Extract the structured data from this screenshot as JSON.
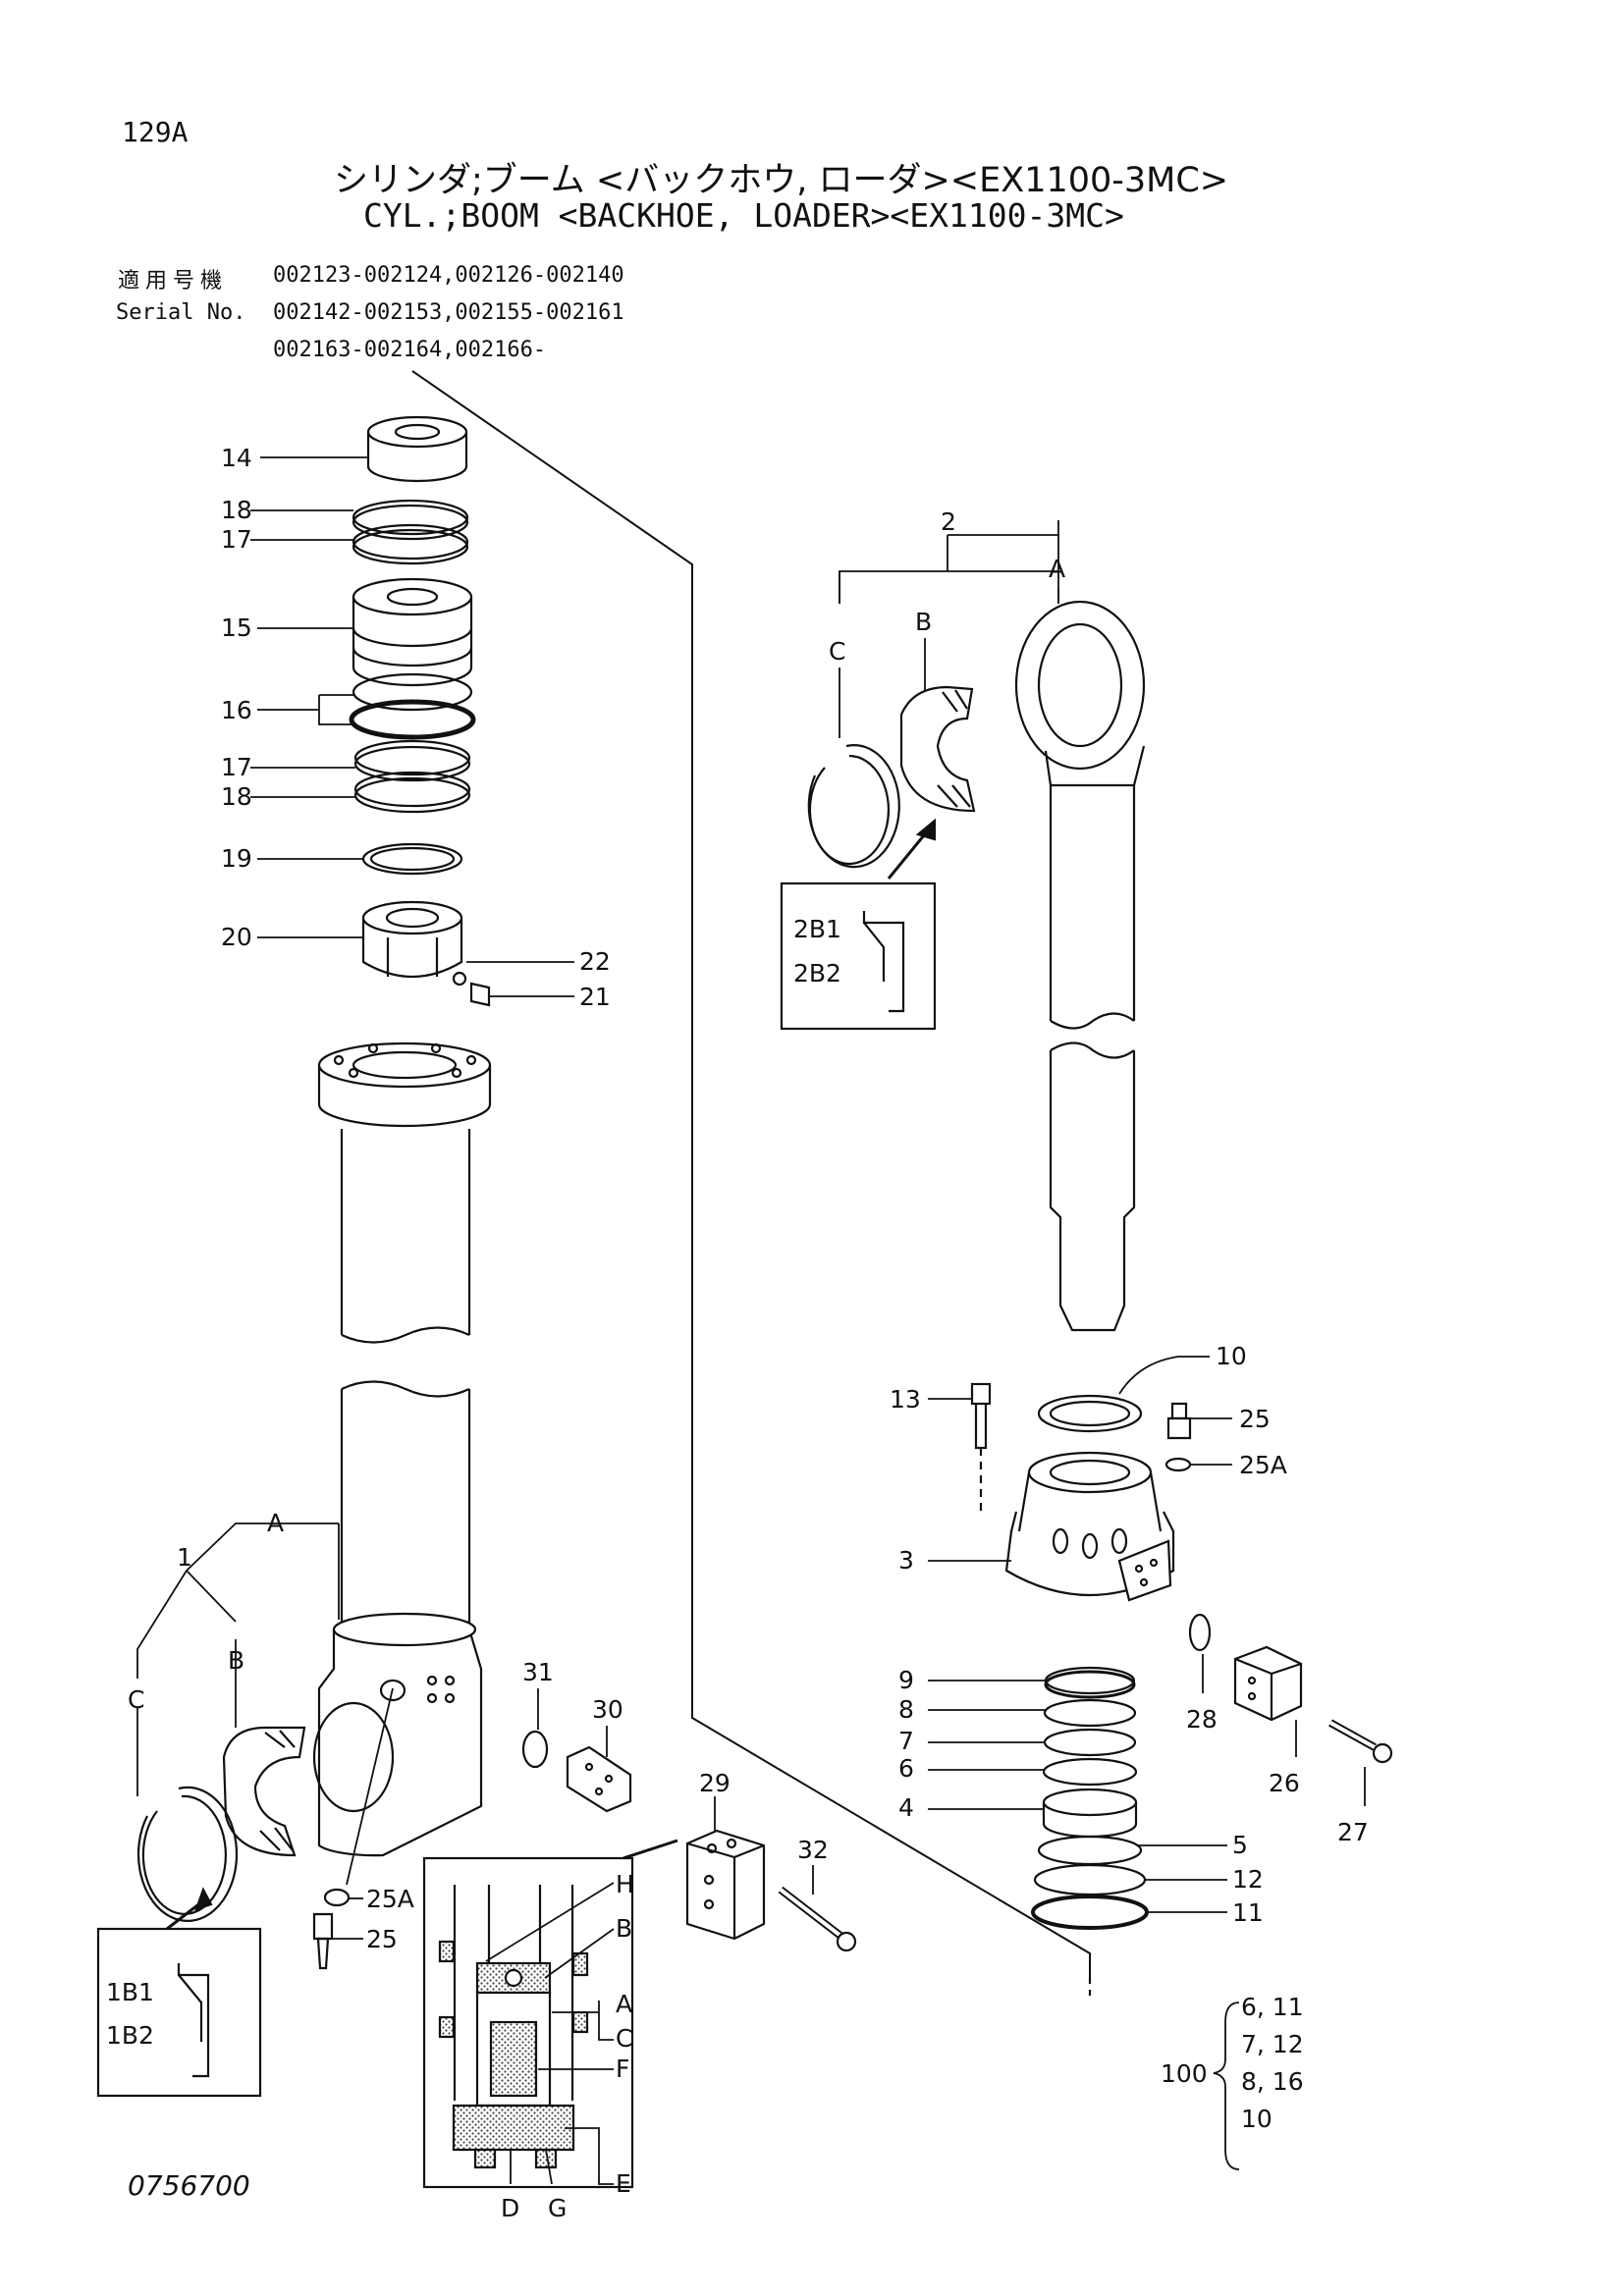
{
  "header": {
    "page_number": "129A",
    "title_jp": "シリンダ;ブーム <バックホウ, ローダ><EX1100-3MC>",
    "title_en": "CYL.;BOOM <BACKHOE, LOADER><EX1100-3MC>"
  },
  "serial": {
    "label_jp": "適用号機",
    "label_en": "Serial No.",
    "ranges": [
      "002123-002124,002126-002140",
      "002142-002153,002155-002161",
      "002163-002164,002166-"
    ]
  },
  "callouts": {
    "c14": "14",
    "c18a": "18",
    "c17a": "17",
    "c15": "15",
    "c16": "16",
    "c17b": "17",
    "c18b": "18",
    "c19": "19",
    "c20": "20",
    "c22": "22",
    "c21": "21",
    "c2": "2",
    "c2A": "A",
    "c2B": "B",
    "c2C": "C",
    "c2B1": "2B1",
    "c2B2": "2B2",
    "c10": "10",
    "c13": "13",
    "c25r": "25",
    "c25Ar": "25A",
    "c3": "3",
    "c28": "28",
    "c26": "26",
    "c27": "27",
    "c9": "9",
    "c8": "8",
    "c7": "7",
    "c6": "6",
    "c4": "4",
    "c5": "5",
    "c12": "12",
    "c11": "11",
    "c1": "1",
    "c1A": "A",
    "c1B": "B",
    "c1C": "C",
    "c1B1": "1B1",
    "c1B2": "1B2",
    "c31": "31",
    "c30": "30",
    "c29": "29",
    "c32": "32",
    "c25Al": "25A",
    "c25l": "25",
    "dH": "H",
    "dB": "B",
    "dA": "A",
    "dC": "C",
    "dF": "F",
    "dE": "E",
    "dD": "D",
    "dG": "G"
  },
  "kit": {
    "number": "100",
    "items": [
      "6, 11",
      "7, 12",
      "8, 16",
      "10"
    ]
  },
  "doc_number": "0756700"
}
